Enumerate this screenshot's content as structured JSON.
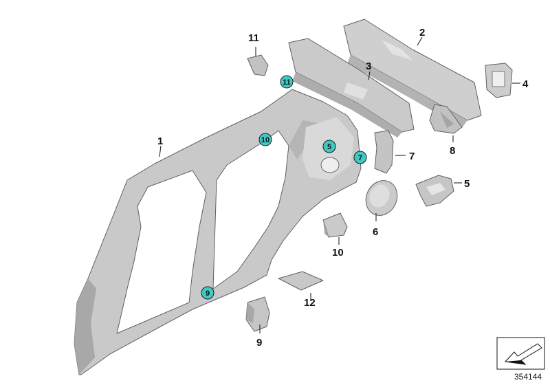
{
  "parts": [
    {
      "id": "side-frame",
      "label": "1"
    },
    {
      "id": "rear-crossmember-upper",
      "label": "2"
    },
    {
      "id": "rear-crossmember-inner",
      "label": "3"
    },
    {
      "id": "bracket-right",
      "label": "4"
    },
    {
      "id": "reinforcement-small",
      "label": "5"
    },
    {
      "id": "fuel-filler-flap",
      "label": "6"
    },
    {
      "id": "c-pillar-reinforcement",
      "label": "7"
    },
    {
      "id": "gusset",
      "label": "8"
    },
    {
      "id": "bracket-sill",
      "label": "9"
    },
    {
      "id": "mounting-plate",
      "label": "10"
    },
    {
      "id": "roof-bracket",
      "label": "11"
    },
    {
      "id": "floor-plate",
      "label": "12"
    }
  ],
  "markers": [
    {
      "label": "11"
    },
    {
      "label": "10"
    },
    {
      "label": "5"
    },
    {
      "label": "7"
    },
    {
      "label": "9"
    }
  ],
  "marker_color": "#40c9c3",
  "part_fill": "#c9c9c9",
  "part_shade": "#a8a8a8",
  "reference_number": "354144"
}
